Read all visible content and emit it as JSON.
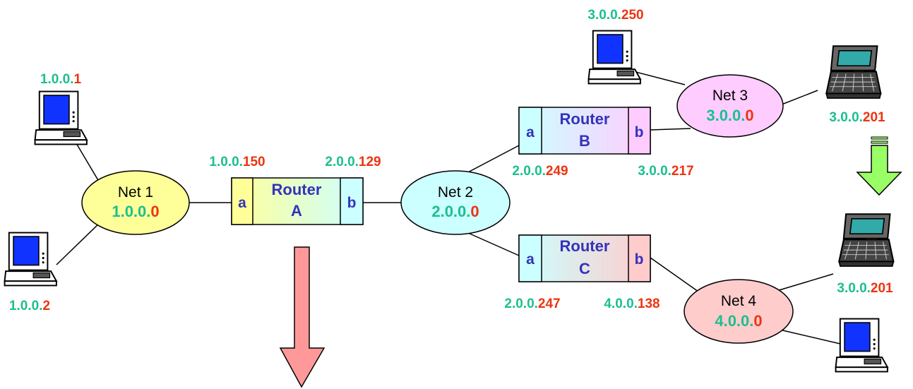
{
  "colors": {
    "host_part": "#1bbf8f",
    "network_part_red": "#ee3311",
    "router_text": "#3333bb",
    "net1_fill": "#ffff99",
    "net2_fill": "#ccffff",
    "net3_fill": "#ffccff",
    "net4_fill": "#ffcccc",
    "arrow_red": "#ff9999",
    "arrow_green": "#99ff66"
  },
  "networks": {
    "net1": {
      "name": "Net 1",
      "prefix": "1.0.0.",
      "suffix": "0"
    },
    "net2": {
      "name": "Net 2",
      "prefix": "2.0.0.",
      "suffix": "0"
    },
    "net3": {
      "name": "Net 3",
      "prefix": "3.0.0.",
      "suffix": "0"
    },
    "net4": {
      "name": "Net 4",
      "prefix": "4.0.0.",
      "suffix": "0"
    }
  },
  "routers": {
    "A": {
      "line1": "Router",
      "line2": "A",
      "port_a": "a",
      "port_b": "b"
    },
    "B": {
      "line1": "Router",
      "line2": "B",
      "port_a": "a",
      "port_b": "b"
    },
    "C": {
      "line1": "Router",
      "line2": "C",
      "port_a": "a",
      "port_b": "b"
    }
  },
  "addresses": {
    "host_1001": {
      "prefix": "1.0.0.",
      "suffix": "1"
    },
    "host_1002": {
      "prefix": "1.0.0.",
      "suffix": "2"
    },
    "routerA_a": {
      "prefix": "1.0.0.",
      "suffix": "150"
    },
    "routerA_b": {
      "prefix": "2.0.0.",
      "suffix": "129"
    },
    "routerB_a": {
      "prefix": "2.0.0.",
      "suffix": "249"
    },
    "routerB_b": {
      "prefix": "3.0.0.",
      "suffix": "217"
    },
    "routerC_a": {
      "prefix": "2.0.0.",
      "suffix": "247"
    },
    "routerC_b": {
      "prefix": "4.0.0.",
      "suffix": "138"
    },
    "host_300250": {
      "prefix": "3.0.0.",
      "suffix": "250"
    },
    "laptop_net3": {
      "prefix": "3.0.0.",
      "suffix": "201"
    },
    "laptop_net4": {
      "prefix": "3.0.0.",
      "suffix": "201"
    }
  },
  "icons": {
    "desktop": "desktop-computer-icon",
    "laptop": "laptop-computer-icon",
    "arrow_down_red": "arrow-down-icon",
    "arrow_down_green": "arrow-down-icon"
  }
}
